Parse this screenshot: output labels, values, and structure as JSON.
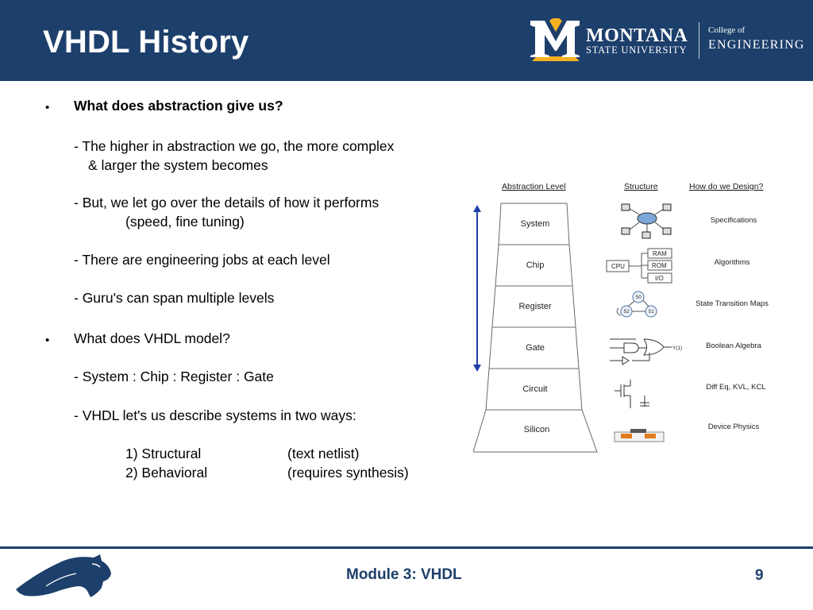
{
  "header": {
    "title": "VHDL History",
    "logo_montana": "MONTANA",
    "logo_state": "STATE UNIVERSITY",
    "logo_college": "College of",
    "logo_engineering": "ENGINEERING",
    "background": "#1d3f6b",
    "accent": "#f5b120"
  },
  "content": {
    "bullet1": "What does abstraction give us?",
    "sub1a": "- The higher in abstraction we go, the more complex",
    "sub1b": "& larger the system becomes",
    "sub2a": "- But, we let go over the details of how it performs",
    "sub2b": "(speed, fine tuning)",
    "sub3": "- There are engineering jobs at each level",
    "sub4": "- Guru's can span multiple levels",
    "bullet2": "What does VHDL model?",
    "sub5": "- System : Chip : Register : Gate",
    "sub6": "- VHDL let's us describe systems in two ways:",
    "way1_label": "1) Structural",
    "way1_note": "(text netlist)",
    "way2_label": "2) Behavioral",
    "way2_note": "(requires synthesis)"
  },
  "diagram": {
    "headers": [
      "Abstraction Level",
      "Structure",
      "How do we Design?"
    ],
    "levels": [
      "System",
      "Chip",
      "Register",
      "Gate",
      "Circuit",
      "Silicon"
    ],
    "design": [
      "Specifications",
      "Algorithms",
      "State Transition Maps",
      "Boolean Algebra",
      "Diff Eq, KVL, KCL",
      "Device Physics"
    ],
    "chip_blocks": [
      "CPU",
      "RAM",
      "ROM",
      "I/O"
    ],
    "states": [
      "S0",
      "S2",
      "S1"
    ],
    "gate_output": "Y(1)"
  },
  "footer": {
    "module": "Module 3: VHDL",
    "page": "9",
    "color": "#1d3f6b"
  }
}
